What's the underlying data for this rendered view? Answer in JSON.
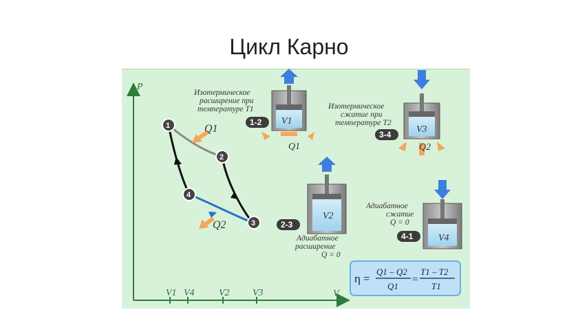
{
  "title": "Цикл Карно",
  "axes": {
    "p_label": "P",
    "v_label": "V"
  },
  "volume_ticks": [
    "V1",
    "V4",
    "V2",
    "V3"
  ],
  "states": [
    "1",
    "2",
    "3",
    "4"
  ],
  "heat": {
    "q1": "Q1",
    "q2": "Q2"
  },
  "processes": [
    {
      "step": "1-2",
      "line1": "Изотермическое",
      "line2": "расширение при",
      "line3": "температуре T1",
      "volume": "V1",
      "heat": "Q1"
    },
    {
      "step": "3-4",
      "line1": "Изотермическое",
      "line2": "сжатие при",
      "line3": "температуре T2",
      "volume": "V3",
      "heat": "Q2"
    },
    {
      "step": "2-3",
      "line1": "Адиабатное",
      "line2": "расширение",
      "line3": "Q = 0",
      "volume": "V2"
    },
    {
      "step": "4-1",
      "line1": "Адиабатное",
      "line2": "сжатие",
      "line3": "Q = 0",
      "volume": "V4"
    }
  ],
  "formula": {
    "eta": "η =",
    "num1": "Q1 – Q2",
    "den1": "Q1",
    "eq": "=",
    "num2": "T1 – T2",
    "den2": "T1"
  },
  "colors": {
    "panel": "#d8f2d9",
    "axis": "#2e7d3a",
    "isotherm_t1": "#8a8a8a",
    "isotherm_t2": "#2a6fc9",
    "adiabat": "#111111",
    "heat_arrow": "#f5a65b",
    "piston_arrow": "#3c7fe0"
  }
}
